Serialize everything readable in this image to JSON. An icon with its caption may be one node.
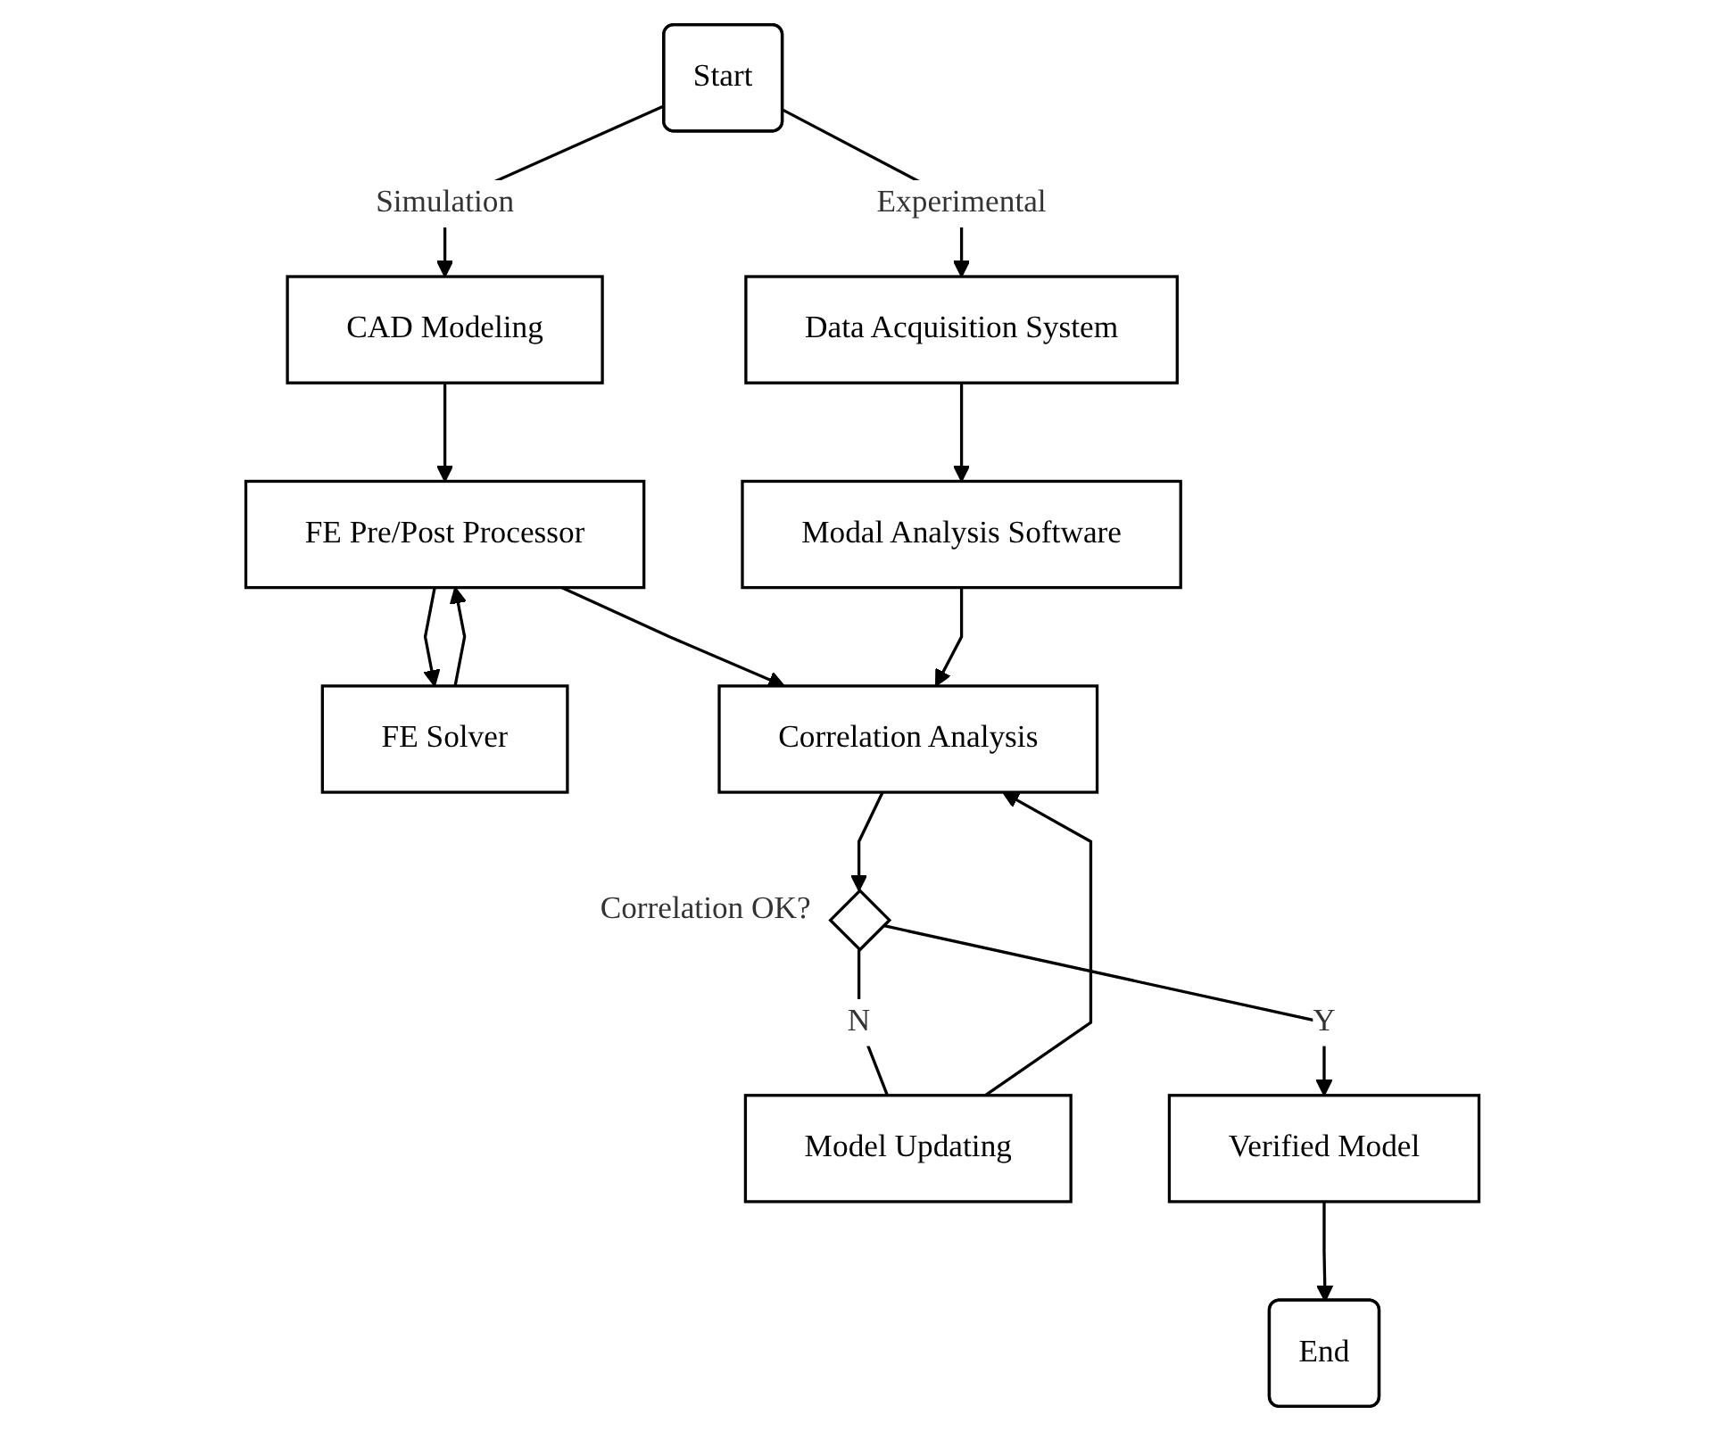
{
  "diagram": {
    "nodes": [
      {
        "text": [
          "Start"
        ]
      },
      {
        "text": [
          "CAD Modeling"
        ]
      },
      {
        "text": [
          "Data Acquisition System"
        ]
      },
      {
        "text": [
          "FE Solver"
        ]
      },
      {
        "text": [
          "FE Pre/Post Processor"
        ]
      },
      {
        "text": [
          "Modal Analysis Software"
        ]
      },
      {
        "text": [
          "Correlation Analysis"
        ]
      },
      {
        "text": [
          "Model Updating"
        ]
      },
      {
        "text": [],
        "shape": "diamond",
        "beside": [
          "Correlation OK?"
        ]
      },
      {
        "text": [
          "Verified Model"
        ]
      },
      {
        "text": [
          "End"
        ]
      }
    ],
    "edges": [
      {
        "from": 0,
        "to": 1,
        "arrow": "to",
        "label": "Simulation"
      },
      {
        "from": 0,
        "to": 2,
        "arrow": "to",
        "label": "Experimental"
      },
      {
        "from": 1,
        "to": 4,
        "arrow": "to"
      },
      {
        "from": 4,
        "to": 3,
        "arrow": "to"
      },
      {
        "from": 3,
        "to": 4,
        "arrow": "to"
      },
      {
        "from": 2,
        "to": 5,
        "arrow": "to"
      },
      {
        "from": 4,
        "to": 6,
        "arrow": "to"
      },
      {
        "from": 5,
        "to": 6,
        "arrow": "to"
      },
      {
        "from": 6,
        "to": 8,
        "arrow": "to"
      },
      {
        "from": 8,
        "to": 7,
        "arrow": "none",
        "label": "N"
      },
      {
        "from": 7,
        "to": 6,
        "arrow": "to"
      },
      {
        "from": 8,
        "to": 9,
        "arrow": "to",
        "label": "Y"
      },
      {
        "from": 9,
        "to": 10,
        "arrow": "to"
      }
    ]
  }
}
